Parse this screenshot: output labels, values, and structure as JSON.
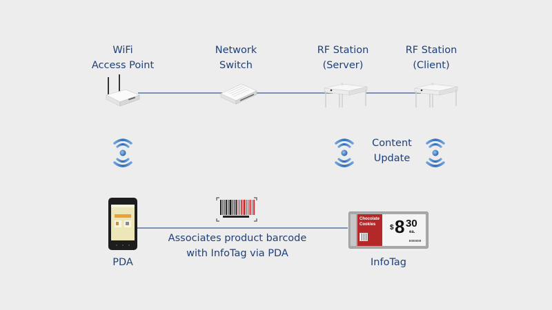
{
  "nodes": {
    "wifi_ap": {
      "label": "WiFi\nAccess Point"
    },
    "network_switch": {
      "label": "Network\nSwitch"
    },
    "rf_server": {
      "label": "RF Station\n(Server)"
    },
    "rf_client": {
      "label": "RF Station\n(Client)"
    },
    "pda": {
      "label": "PDA"
    },
    "infotag": {
      "label": "InfoTag"
    }
  },
  "annotations": {
    "content_update": "Content\nUpdate",
    "associate": "Associates product barcode\nwith InfoTag via PDA"
  },
  "infotag_display": {
    "product_line1": "Chocolate",
    "product_line2": "Cookies",
    "currency": "$",
    "price_main": "8",
    "price_cents": "30",
    "unit": "ea."
  },
  "colors": {
    "text": "#1f3f78",
    "connector": "#7a8fb3",
    "wireless": "#3a78c4",
    "tag_red": "#b5282a"
  },
  "icons": [
    "wireless-signal-icon",
    "router-icon",
    "switch-icon",
    "rf-station-icon",
    "pda-icon",
    "barcode-icon",
    "esl-tag-icon"
  ]
}
